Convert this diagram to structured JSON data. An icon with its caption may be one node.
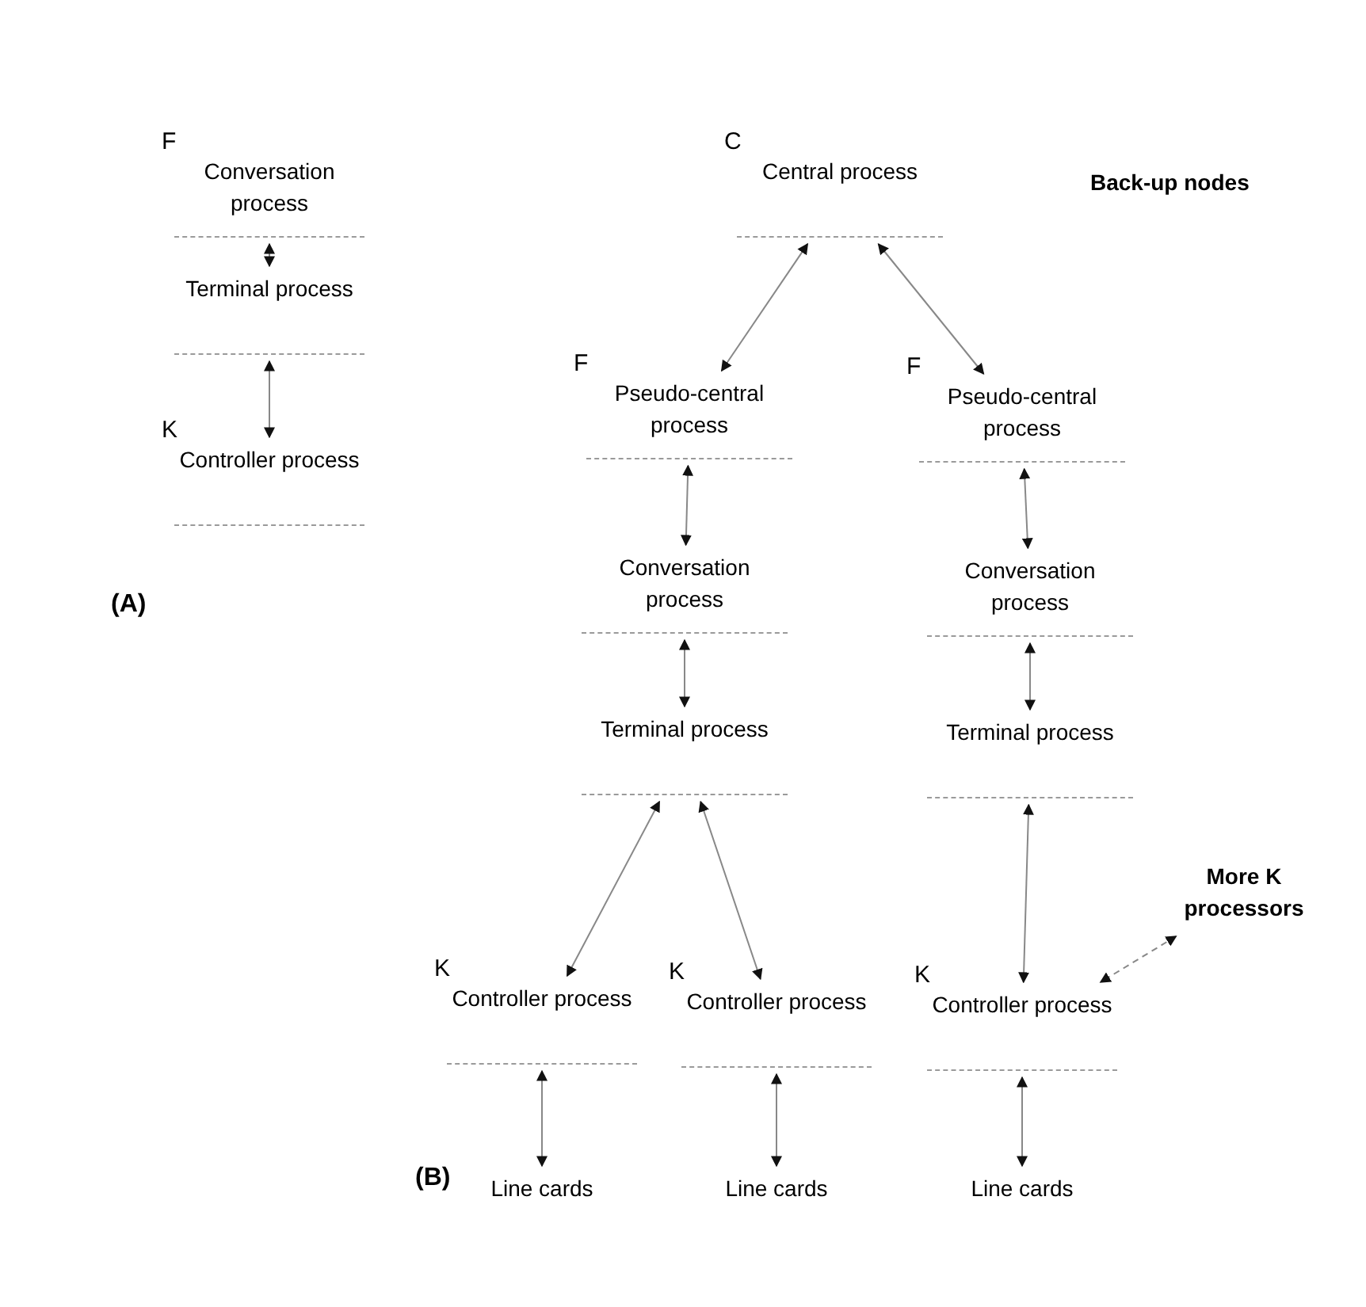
{
  "diagram": {
    "nodes": [
      {
        "text": [
          "Conversation process"
        ],
        "beside": [
          "F"
        ]
      },
      {
        "text": [
          "Terminal process"
        ]
      },
      {
        "text": [
          "Controller process"
        ],
        "beside": [
          "K"
        ]
      },
      {
        "text": [
          "Central process"
        ],
        "beside": [
          "C"
        ]
      },
      {
        "text": [
          "Pseudo-central process"
        ],
        "beside": [
          "F"
        ]
      },
      {
        "text": [
          "Pseudo-central process"
        ],
        "beside": [
          "F"
        ]
      },
      {
        "text": [
          "Conversation process"
        ]
      },
      {
        "text": [
          "Conversation process"
        ]
      },
      {
        "text": [
          "Terminal process"
        ]
      },
      {
        "text": [
          "Terminal process"
        ]
      },
      {
        "text": [
          "Controller process"
        ],
        "beside": [
          "K"
        ]
      },
      {
        "text": [
          "Controller process"
        ],
        "beside": [
          "K"
        ]
      },
      {
        "text": [
          "Controller process"
        ],
        "beside": [
          "K"
        ]
      },
      {
        "text": [
          "More K processors"
        ]
      },
      {
        "text": [
          "Line cards"
        ]
      },
      {
        "text": [
          "Line cards"
        ]
      },
      {
        "text": [
          "Line cards"
        ]
      }
    ],
    "edges": [
      {
        "from": 0,
        "to": 1,
        "arrow": "both"
      },
      {
        "from": 1,
        "to": 2,
        "arrow": "both"
      },
      {
        "from": 3,
        "to": 4,
        "arrow": "both"
      },
      {
        "from": 3,
        "to": 5,
        "arrow": "both"
      },
      {
        "from": 4,
        "to": 6,
        "arrow": "both"
      },
      {
        "from": 5,
        "to": 7,
        "arrow": "both"
      },
      {
        "from": 6,
        "to": 8,
        "arrow": "both"
      },
      {
        "from": 7,
        "to": 9,
        "arrow": "both"
      },
      {
        "from": 8,
        "to": 10,
        "arrow": "both"
      },
      {
        "from": 8,
        "to": 11,
        "arrow": "both"
      },
      {
        "from": 9,
        "to": 12,
        "arrow": "both"
      },
      {
        "from": 10,
        "to": 14,
        "arrow": "both"
      },
      {
        "from": 11,
        "to": 15,
        "arrow": "both"
      },
      {
        "from": 12,
        "to": 16,
        "arrow": "both"
      },
      {
        "from": 13,
        "to": 12,
        "arrow": "both",
        "style": "dashed"
      }
    ],
    "labels": [
      "Back-up nodes",
      "(A)",
      "(B)"
    ]
  }
}
